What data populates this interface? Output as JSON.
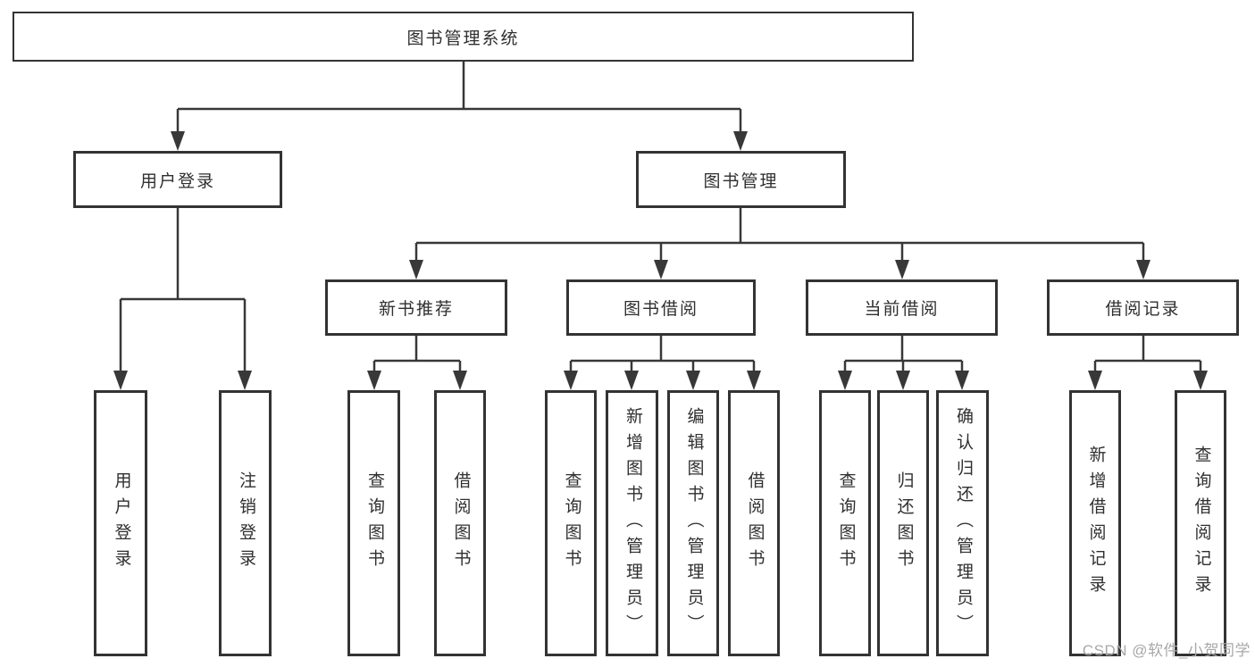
{
  "diagram": {
    "root": {
      "label": "图书管理系统"
    },
    "branches": [
      {
        "label": "用户登录",
        "children": [
          "用户登录",
          "注销登录"
        ]
      },
      {
        "label": "图书管理",
        "groups": [
          {
            "label": "新书推荐",
            "children": [
              "查询图书",
              "借阅图书"
            ]
          },
          {
            "label": "图书借阅",
            "children": [
              "查询图书",
              "新增图书（管理员）",
              "编辑图书（管理员）",
              "借阅图书"
            ]
          },
          {
            "label": "当前借阅",
            "children": [
              "查询图书",
              "归还图书",
              "确认归还（管理员）"
            ]
          },
          {
            "label": "借阅记录",
            "children": [
              "新增借阅记录",
              "查询借阅记录"
            ]
          }
        ]
      }
    ]
  },
  "watermark": "CSDN @软件_小贺同学",
  "colors": {
    "line": "#383838",
    "border": "#333333",
    "text": "#2f2f2f",
    "watermark": "#a8a8a8"
  }
}
